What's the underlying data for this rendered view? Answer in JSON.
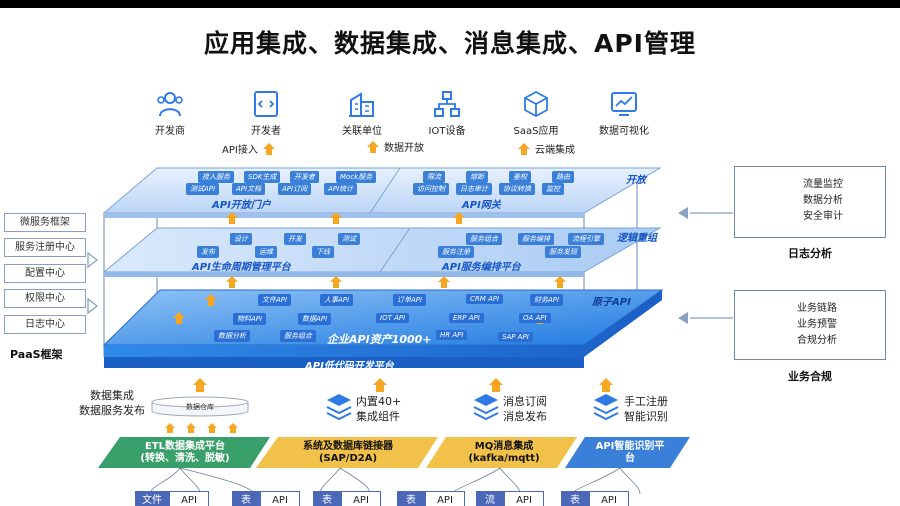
{
  "title": "应用集成、数据集成、消息集成、API管理",
  "users": [
    {
      "label": "开发商",
      "icon": "people-icon"
    },
    {
      "label": "开发者",
      "icon": "code-window-icon"
    },
    {
      "label": "关联单位",
      "icon": "building-icon"
    },
    {
      "label": "IOT设备",
      "icon": "network-icon"
    },
    {
      "label": "SaaS应用",
      "icon": "cube-icon"
    },
    {
      "label": "数据可视化",
      "icon": "chart-screen-icon"
    }
  ],
  "flows": [
    "API接入",
    "数据开放",
    "云端集成"
  ],
  "top_layer": {
    "left_label": "API开放门户",
    "right_label": "API网关",
    "corner_label": "开放",
    "left_chips": [
      "接入服务",
      "SDK生成",
      "开发者",
      "Mock服务",
      "测试API",
      "API文档",
      "API订阅",
      "API统计"
    ],
    "right_chips": [
      "限流",
      "熔断",
      "鉴权",
      "路由",
      "访问控制",
      "日志审计",
      "协议转换",
      "监控"
    ]
  },
  "middle_layer": {
    "left_label": "API生命周期管理平台",
    "right_label": "API服务编排平台",
    "corner_label": "逻辑重组",
    "left_chips": [
      "设计",
      "开发",
      "测试",
      "发布",
      "运维",
      "下线"
    ],
    "right_chips": [
      "服务组合",
      "服务编排",
      "流程引擎",
      "服务注册",
      "服务发现"
    ]
  },
  "bottom_layer": {
    "center_label": "企业API资产1000+",
    "corner_label": "原子API",
    "edge_label": "API低代码开发平台",
    "chips": [
      "文件API",
      "人事API",
      "订单API",
      "CRM API",
      "财务API",
      "物料API",
      "数据API",
      "IOT API",
      "ERP API",
      "OA API",
      "数据分析",
      "服务组合",
      "HR API",
      "SAP API"
    ]
  },
  "side_items": [
    "微服务框架",
    "服务注册中心",
    "配置中心",
    "权限中心",
    "日志中心"
  ],
  "side_title": "PaaS框架",
  "panel_log": {
    "items": [
      "流量监控",
      "数据分析",
      "安全审计"
    ],
    "title": "日志分析"
  },
  "panel_biz": {
    "items": [
      "业务链路",
      "业务预警",
      "合规分析"
    ],
    "title": "业务合规"
  },
  "sources": [
    {
      "text": "数据集成\n数据服务发布"
    },
    {
      "text": "数据仓库"
    },
    {
      "text": "内置40+\n集成组件"
    },
    {
      "text": "消息订阅\n消息发布"
    },
    {
      "text": "手工注册\n智能识别"
    }
  ],
  "components": [
    {
      "title": "ETL数据集成平台",
      "sub": "(转换、清洗、脱敏)"
    },
    {
      "title": "系统及数据库链接器",
      "sub": "(SAP/D2A)"
    },
    {
      "title": "MQ消息集成",
      "sub": "(kafka/mqtt)"
    },
    {
      "title": "API智能识别平",
      "sub": "台"
    }
  ],
  "footer": [
    {
      "k": "文件",
      "v": "API"
    },
    {
      "k": "表",
      "v": "API"
    },
    {
      "k": "表",
      "v": "API"
    },
    {
      "k": "表",
      "v": "API"
    },
    {
      "k": "流",
      "v": "API"
    },
    {
      "k": "表",
      "v": "API"
    }
  ],
  "colors": {
    "accent": "#2f7be6",
    "plate_top": "#cfe3fb",
    "plate_bottom": "#2f8ae8",
    "arrow": "#f5a623",
    "etl": "#3aa06b",
    "connector": "#f2c14a",
    "mq": "#f2c14a",
    "ai": "#3a7fd8"
  }
}
